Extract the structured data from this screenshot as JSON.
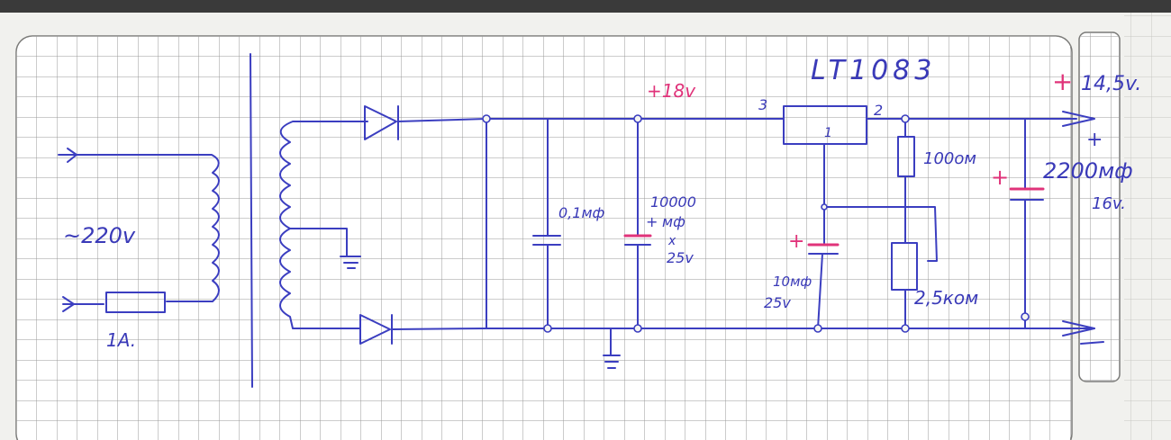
{
  "labels": {
    "input_voltage": "~220v",
    "fuse": "1A.",
    "rail_voltage": "+18v",
    "regulator": "LT1083",
    "pin_in": "3",
    "pin_out": "2",
    "pin_adj": "1",
    "cap1": "0,1мф",
    "cap2_value": "10000",
    "cap2_unit": "мф",
    "cap2_x": "x",
    "cap2_voltage": "25v",
    "cap3_value": "10мф",
    "cap3_voltage": "25v",
    "res1": "100ом",
    "res2": "2,5ком",
    "cap4_value": "2200мф",
    "cap4_voltage": "16v.",
    "output_voltage": "14,5v.",
    "plus_sign": "+",
    "minus_sign": "—"
  },
  "colors": {
    "ink": "#3b3ec0",
    "marker": "#e0337a",
    "paper": "#f1f1ee",
    "grid": "#9a9a98"
  }
}
